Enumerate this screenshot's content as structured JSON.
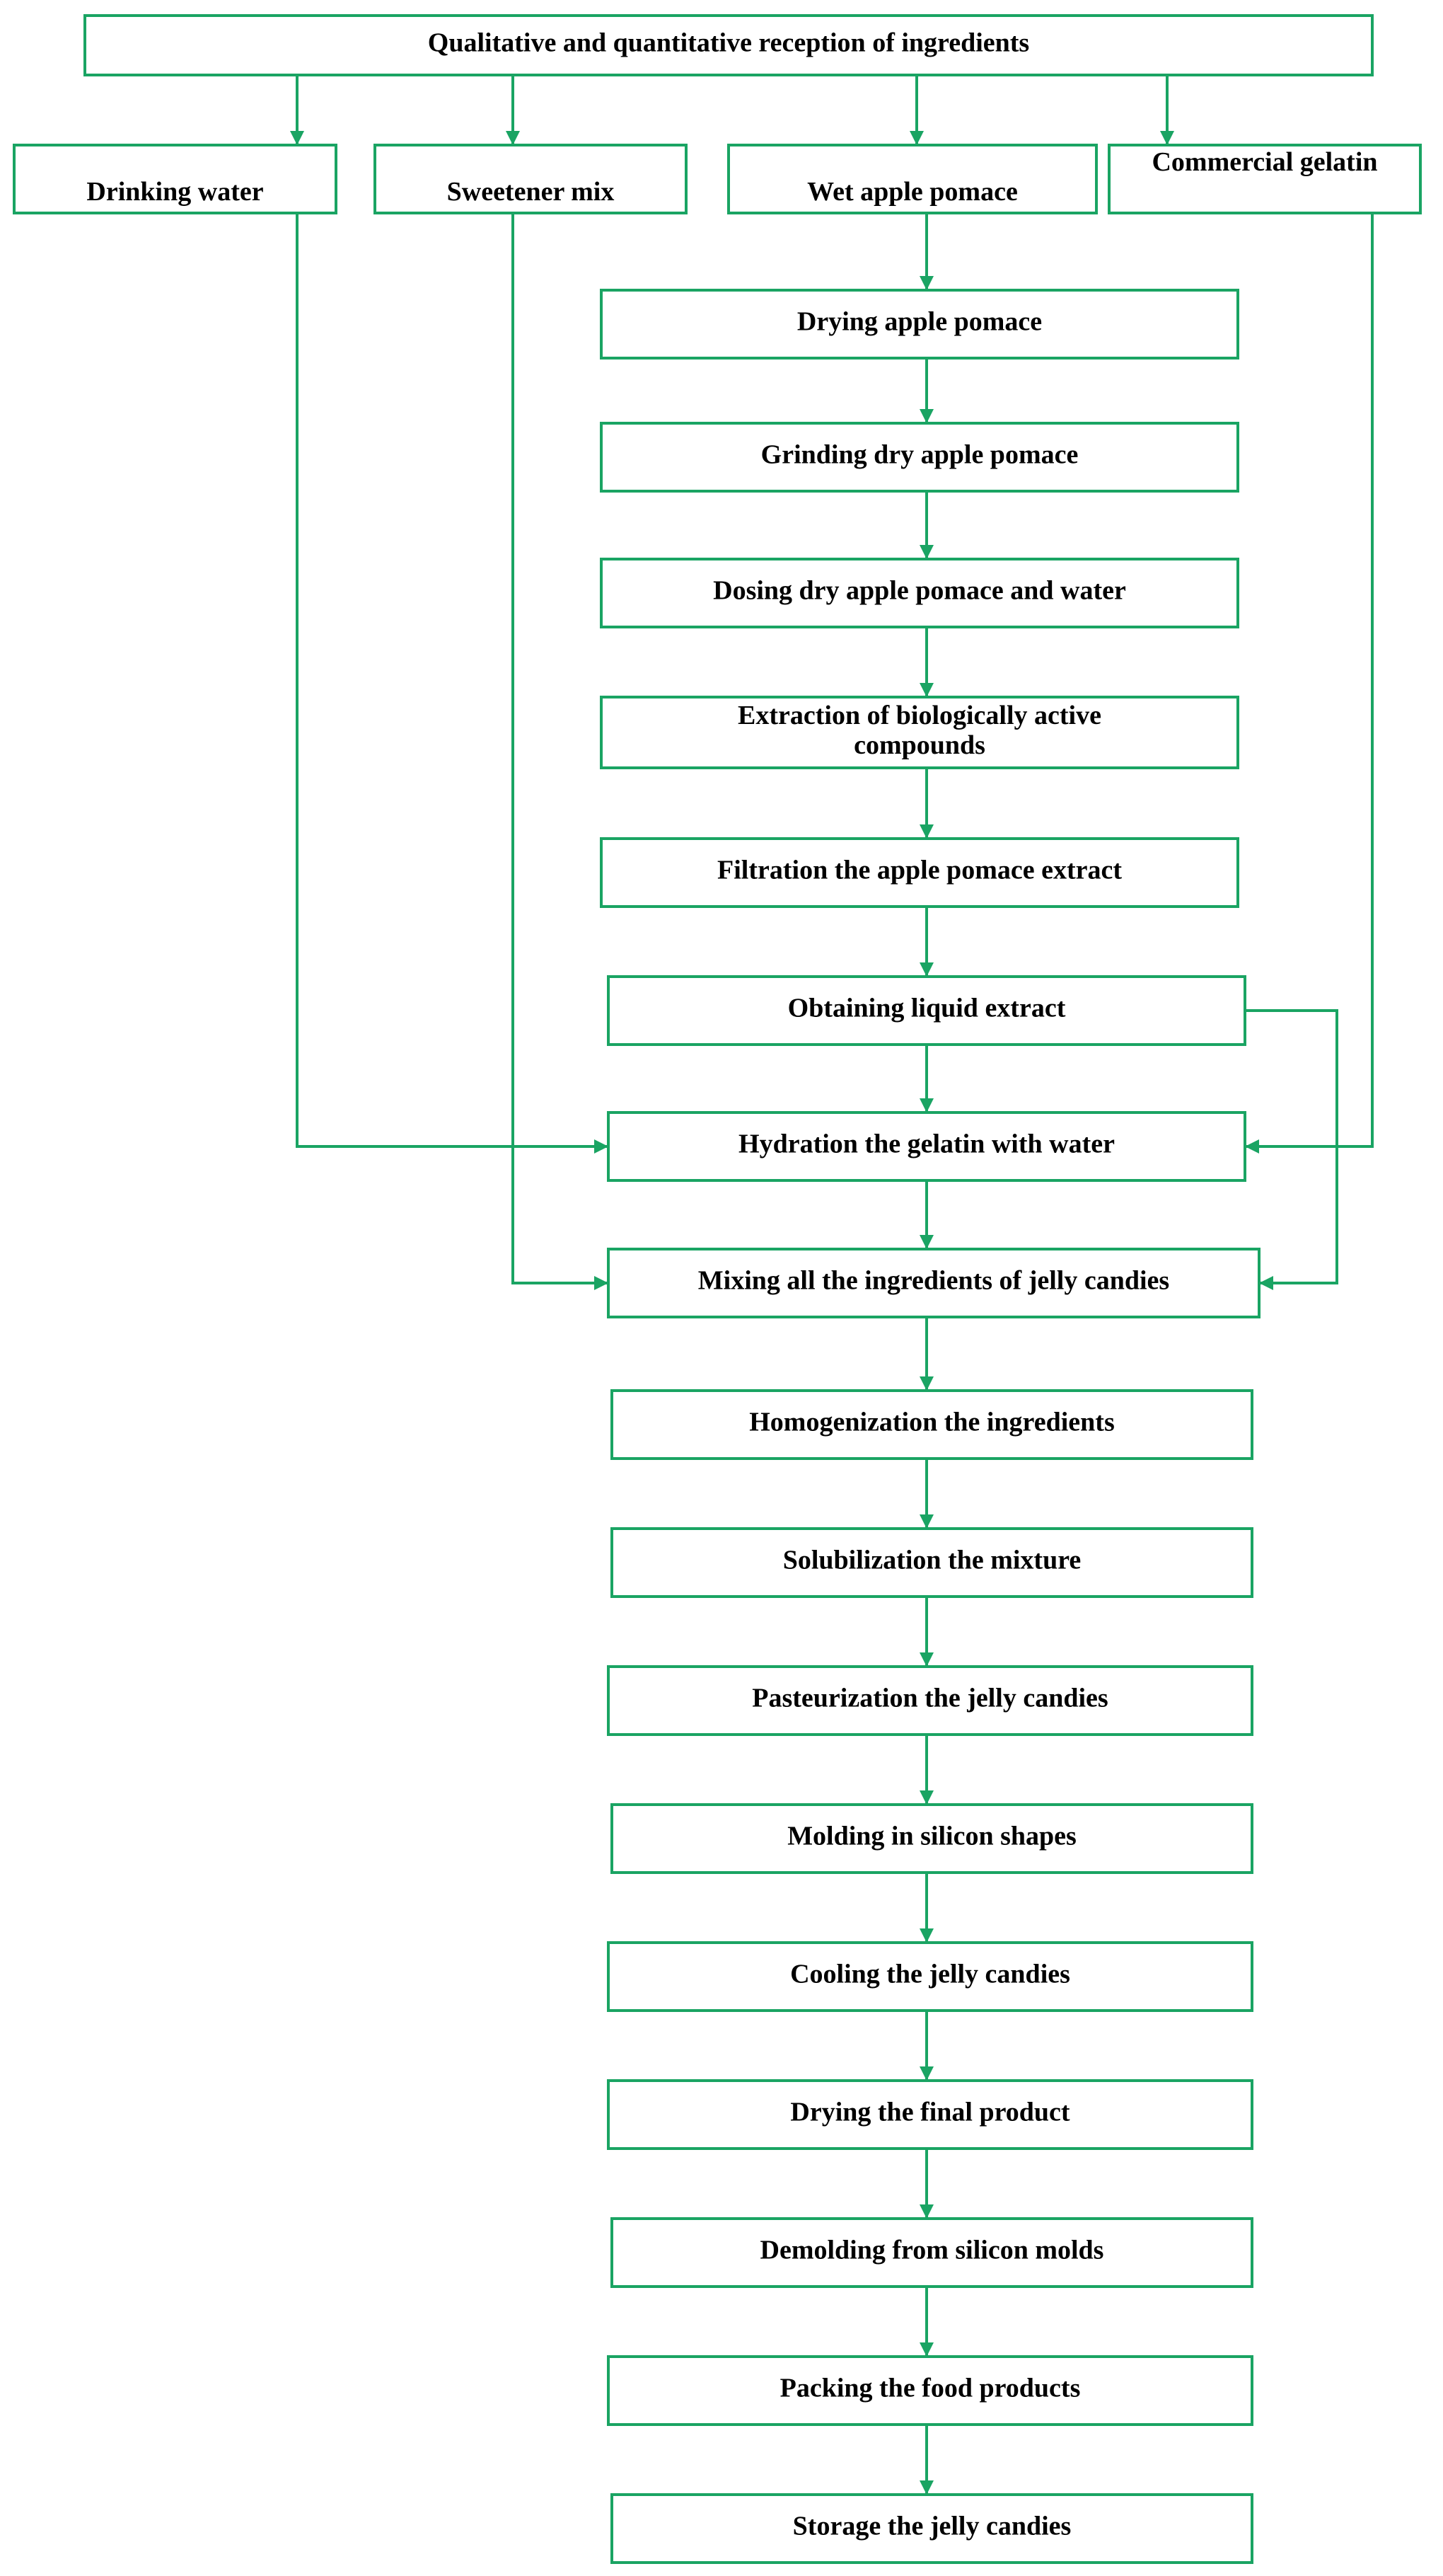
{
  "diagram": {
    "colors": {
      "stroke": "#1aa463",
      "box_fill": "#ffffff",
      "text": "#000000"
    },
    "nodes": [
      {
        "id": "reception",
        "label": "Qualitative and quantitative reception of ingredients"
      },
      {
        "id": "water",
        "label": "Drinking water"
      },
      {
        "id": "sweetener",
        "label": "Sweetener mix"
      },
      {
        "id": "pomace",
        "label": "Wet apple pomace"
      },
      {
        "id": "gelatin",
        "label": "Commercial gelatin"
      },
      {
        "id": "drying_pomace",
        "label": "Drying apple pomace"
      },
      {
        "id": "grinding",
        "label": "Grinding dry apple pomace"
      },
      {
        "id": "dosing",
        "label": "Dosing dry apple pomace and water"
      },
      {
        "id": "extraction",
        "label": "Extraction of biologically active compounds"
      },
      {
        "id": "filtration",
        "label": "Filtration the apple pomace extract"
      },
      {
        "id": "liquid",
        "label": "Obtaining liquid extract"
      },
      {
        "id": "hydration",
        "label": "Hydration the gelatin with water"
      },
      {
        "id": "mixing",
        "label": "Mixing all the ingredients of jelly candies"
      },
      {
        "id": "homogenization",
        "label": "Homogenization the ingredients"
      },
      {
        "id": "solubilization",
        "label": "Solubilization the mixture"
      },
      {
        "id": "pasteurization",
        "label": "Pasteurization the jelly candies"
      },
      {
        "id": "molding",
        "label": "Molding in silicon shapes"
      },
      {
        "id": "cooling",
        "label": "Cooling the jelly candies"
      },
      {
        "id": "drying_final",
        "label": "Drying the final product"
      },
      {
        "id": "demolding",
        "label": "Demolding from silicon molds"
      },
      {
        "id": "packing",
        "label": "Packing the food products"
      },
      {
        "id": "storage",
        "label": "Storage the jelly candies"
      }
    ],
    "edges": [
      {
        "from": "reception",
        "to": "water"
      },
      {
        "from": "reception",
        "to": "sweetener"
      },
      {
        "from": "reception",
        "to": "pomace"
      },
      {
        "from": "reception",
        "to": "gelatin"
      },
      {
        "from": "pomace",
        "to": "drying_pomace"
      },
      {
        "from": "drying_pomace",
        "to": "grinding"
      },
      {
        "from": "grinding",
        "to": "dosing"
      },
      {
        "from": "dosing",
        "to": "extraction"
      },
      {
        "from": "extraction",
        "to": "filtration"
      },
      {
        "from": "filtration",
        "to": "liquid"
      },
      {
        "from": "liquid",
        "to": "hydration"
      },
      {
        "from": "water",
        "to": "hydration"
      },
      {
        "from": "gelatin",
        "to": "hydration"
      },
      {
        "from": "hydration",
        "to": "mixing"
      },
      {
        "from": "sweetener",
        "to": "mixing"
      },
      {
        "from": "liquid",
        "to": "mixing"
      },
      {
        "from": "mixing",
        "to": "homogenization"
      },
      {
        "from": "homogenization",
        "to": "solubilization"
      },
      {
        "from": "solubilization",
        "to": "pasteurization"
      },
      {
        "from": "pasteurization",
        "to": "molding"
      },
      {
        "from": "molding",
        "to": "cooling"
      },
      {
        "from": "cooling",
        "to": "drying_final"
      },
      {
        "from": "drying_final",
        "to": "demolding"
      },
      {
        "from": "demolding",
        "to": "packing"
      },
      {
        "from": "packing",
        "to": "storage"
      }
    ]
  }
}
